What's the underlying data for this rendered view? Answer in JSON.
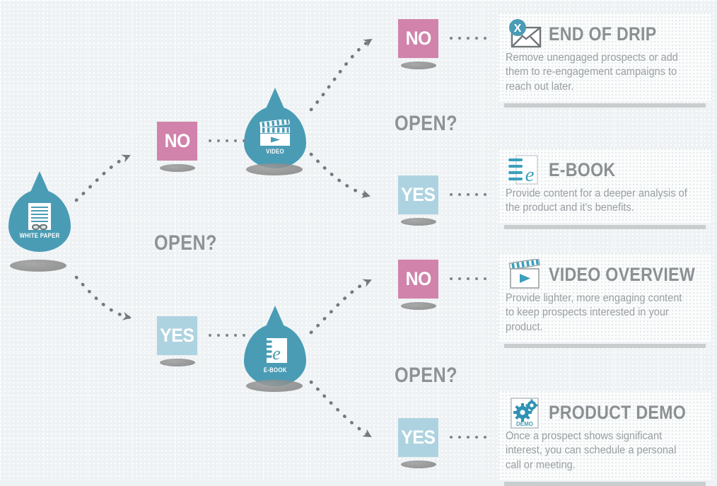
{
  "theme": {
    "background": "#eef2f4",
    "teal": "#4a9cb5",
    "pink": "#d183ab",
    "light_blue": "#aed3e0",
    "gray_text": "#8b9093",
    "shadow_gray": "#8a8a8a"
  },
  "nodes": [
    {
      "id": "white-paper",
      "caption": "WHITE PAPER",
      "icon": "white-paper-icon"
    },
    {
      "id": "video",
      "caption": "VIDEO",
      "icon": "video-clapperboard-icon"
    },
    {
      "id": "ebook",
      "caption": "E-BOOK",
      "icon": "ebook-notebook-icon"
    }
  ],
  "decisions": [
    {
      "id": "open-1",
      "label": "OPEN?"
    },
    {
      "id": "open-2",
      "label": "OPEN?"
    },
    {
      "id": "open-3",
      "label": "OPEN?"
    }
  ],
  "chips": [
    {
      "id": "chip-no-video",
      "label": "NO",
      "kind": "no"
    },
    {
      "id": "chip-yes-ebook",
      "label": "YES",
      "kind": "yes"
    },
    {
      "id": "chip-no-end",
      "label": "NO",
      "kind": "no"
    },
    {
      "id": "chip-yes-ebook-card",
      "label": "YES",
      "kind": "yes"
    },
    {
      "id": "chip-no-video-card",
      "label": "NO",
      "kind": "no"
    },
    {
      "id": "chip-yes-demo",
      "label": "YES",
      "kind": "yes"
    }
  ],
  "cards": [
    {
      "id": "end-of-drip",
      "icon": "envelope-x-icon",
      "title": "END OF DRIP",
      "description": "Remove unengaged prospects or add them to re-engagement campaigns to reach out later."
    },
    {
      "id": "e-book",
      "icon": "ebook-notebook-icon",
      "title": "E-BOOK",
      "description": "Provide content for a deeper analysis of the product and it's benefits."
    },
    {
      "id": "video-overview",
      "icon": "video-clapperboard-icon",
      "title": "VIDEO OVERVIEW",
      "description": "Provide lighter, more engaging content to keep prospects interested in your product."
    },
    {
      "id": "product-demo",
      "icon": "gears-demo-icon",
      "title": "PRODUCT DEMO",
      "description": "Once a prospect shows significant interest, you can schedule a personal call or meeting."
    }
  ],
  "demo_icon_label": "DEMO"
}
